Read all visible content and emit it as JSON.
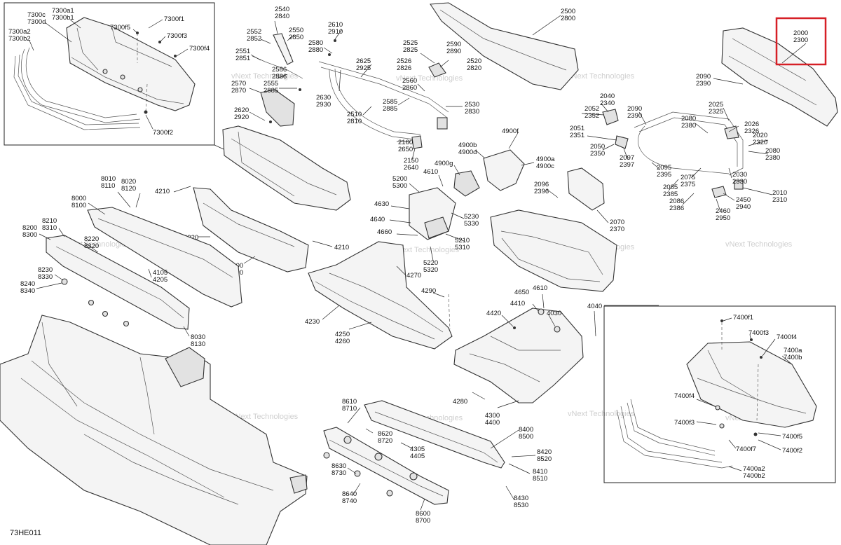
{
  "figure_code": "73HE011",
  "watermark": "vNext Technologies",
  "highlight_color": "#d61f26",
  "labels": {
    "l7300c": "7300c",
    "l7300d": "7300d",
    "l7300a1": "7300a1",
    "l7300b1": "7300b1",
    "l7300a2": "7300a2",
    "l7300b2": "7300b2",
    "l7300f5": "7300f5",
    "l7300f1": "7300f1",
    "l7300f3": "7300f3",
    "l7300f4": "7300f4",
    "l7300f2": "7300f2",
    "l2540": "2540",
    "l2840": "2840",
    "l2552": "2552",
    "l2852": "2852",
    "l2550": "2550",
    "l2850": "2850",
    "l2551": "2551",
    "l2851": "2851",
    "l2586": "2586",
    "l2886": "2886",
    "l2570": "2570",
    "l2870": "2870",
    "l2555": "2555",
    "l2885a": "2885",
    "l2620": "2620",
    "l2920": "2920",
    "l2610": "2610",
    "l2910": "2910",
    "l2580": "2580",
    "l2880": "2880",
    "l2625": "2625",
    "l2925": "2925",
    "l2630": "2630",
    "l2930": "2930",
    "l2510": "2510",
    "l2810": "2810",
    "l2585": "2585",
    "l2885b": "2885",
    "l2560": "2560",
    "l2860": "2860",
    "l2525": "2525",
    "l2825": "2825",
    "l2526": "2526",
    "l2826": "2826",
    "l2520": "2520",
    "l2820": "2820",
    "l2590": "2590",
    "l2890": "2890",
    "l2530": "2530",
    "l2830": "2830",
    "l2500": "2500",
    "l2800": "2800",
    "l2000": "2000",
    "l2300": "2300",
    "l2090a": "2090",
    "l2390a": "2390",
    "l2040": "2040",
    "l2340": "2340",
    "l2052": "2052",
    "l2352": "2352",
    "l2090b": "2090",
    "l2390b": "2390",
    "l2025": "2025",
    "l2325": "2325",
    "l2080a": "2080",
    "l2380a": "2380",
    "l2026": "2026",
    "l2326": "2326",
    "l2051": "2051",
    "l2351": "2351",
    "l2050": "2050",
    "l2350": "2350",
    "l2020": "2020",
    "l2320": "2320",
    "l2080b": "2080",
    "l2380b": "2380",
    "l2097": "2097",
    "l2397": "2397",
    "l2095": "2095",
    "l2395": "2395",
    "l2075": "2075",
    "l2375": "2375",
    "l2030": "2030",
    "l2330": "2330",
    "l2096": "2096",
    "l2396": "2396",
    "l2085": "2085",
    "l2385": "2385",
    "l2086": "2086",
    "l2386": "2386",
    "l2450": "2450",
    "l2940": "2940",
    "l2010": "2010",
    "l2310": "2310",
    "l2460": "2460",
    "l2950": "2950",
    "l2070": "2070",
    "l2370": "2370",
    "l2150": "2150",
    "l2640": "2640",
    "l2160": "2160",
    "l2650": "2650",
    "l4900b": "4900b",
    "l4900d": "4900d",
    "l4900f": "4900f",
    "l4900g": "4900g",
    "l4900a": "4900a",
    "l4900c": "4900c",
    "l4610a": "4610",
    "l5200": "5200",
    "l5300": "5300",
    "l4630": "4630",
    "l4640": "4640",
    "l4660": "4660",
    "l5230": "5230",
    "l5330": "5330",
    "l5210": "5210",
    "l5310": "5310",
    "l5220": "5220",
    "l5320": "5320",
    "l4270": "4270",
    "l4290": "4290",
    "l4210a": "4210",
    "l4220": "4220",
    "l4210b": "4210",
    "l4100": "4100",
    "l4200": "4200",
    "l4230": "4230",
    "l4250": "4250",
    "l4260": "4260",
    "l8010": "8010",
    "l8110": "8110",
    "l8020": "8020",
    "l8120": "8120",
    "l8000": "8000",
    "l8100": "8100",
    "l8210": "8210",
    "l8310": "8310",
    "l8200": "8200",
    "l8300": "8300",
    "l8220": "8220",
    "l8320": "8320",
    "l8230": "8230",
    "l8330": "8330",
    "l4105": "4105",
    "l4205": "4205",
    "l8240": "8240",
    "l8340": "8340",
    "l8030": "8030",
    "l8130": "8130",
    "l4650": "4650",
    "l4610b": "4610",
    "l4410": "4410",
    "l4030": "4030",
    "l4420": "4420",
    "l4040": "4040",
    "l4280": "4280",
    "l4300": "4300",
    "l4400": "4400",
    "l8610": "8610",
    "l8710": "8710",
    "l8620": "8620",
    "l8720": "8720",
    "l4305": "4305",
    "l4405": "4405",
    "l8400": "8400",
    "l8500": "8500",
    "l8420": "8420",
    "l8520": "8520",
    "l8410": "8410",
    "l8510": "8510",
    "l8630": "8630",
    "l8730": "8730",
    "l8640": "8640",
    "l8740": "8740",
    "l8600": "8600",
    "l8700": "8700",
    "l8430": "8430",
    "l8530": "8530",
    "l7400f1": "7400f1",
    "l7400f3": "7400f3",
    "l7400f4a": "7400f4",
    "l7400a": "7400a",
    "l7400b": "7400b",
    "l7400f4b": "7400f4",
    "l7400f3b": "7400f3",
    "l7400f5": "7400f5",
    "l7400f7": "7400f7",
    "l7400f2": "7400f2",
    "l7400a2": "7400a2",
    "l7400b2": "7400b2"
  }
}
